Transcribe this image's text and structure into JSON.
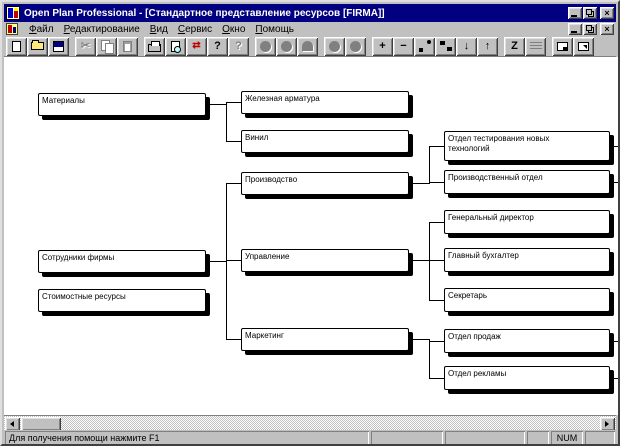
{
  "titlebar": {
    "title": "Open Plan Professional - [Стандартное представление ресурсов [FIRMA]]",
    "window_controls": [
      "minimize",
      "restore",
      "close"
    ],
    "close_glyph": "×"
  },
  "menu": {
    "items": [
      {
        "accel": "Ф",
        "rest": "айл"
      },
      {
        "accel": "Р",
        "rest": "едактирование"
      },
      {
        "accel": "В",
        "rest": "ид"
      },
      {
        "accel": "С",
        "rest": "ервис"
      },
      {
        "accel": "О",
        "rest": "кно"
      },
      {
        "accel": "П",
        "rest": "омощь"
      }
    ]
  },
  "toolbar": {
    "icons": [
      "new",
      "open",
      "save",
      "cut",
      "copy",
      "paste",
      "print",
      "print-preview",
      "exchange",
      "help",
      "context-help",
      "circle-tool",
      "circle-tool",
      "arch-tool",
      "node-tool",
      "node-tool",
      "add",
      "remove",
      "link-nodes",
      "reorder",
      "move-down",
      "move-up",
      "zigzag-view",
      "notes",
      "arrange-window",
      "expand-window"
    ],
    "glyphs": {
      "cut": "✂",
      "exchange": "⇄",
      "help": "?",
      "context_help": "?",
      "plus": "+",
      "minus": "−",
      "down": "↓",
      "up": "↑",
      "z": "Z"
    }
  },
  "tree": {
    "nodes": {
      "materials": "Материалы",
      "employees": "Сотрудники фирмы",
      "cost_resources": "Стоимостные ресурсы",
      "rebar": "Железная арматура",
      "vinyl": "Винил",
      "production": "Производство",
      "management": "Управление",
      "marketing": "Маркетинг",
      "testing_dept": "Отдел тестирования новых технологий",
      "production_dept": "Производственный отдел",
      "general_director": "Генеральный директор",
      "chief_accountant": "Главный бухгалтер",
      "secretary": "Секретарь",
      "sales_dept": "Отдел продаж",
      "advertising_dept": "Отдел рекламы"
    }
  },
  "statusbar": {
    "help_text": "Для получения помощи нажмите F1",
    "num_indicator": "NUM"
  }
}
